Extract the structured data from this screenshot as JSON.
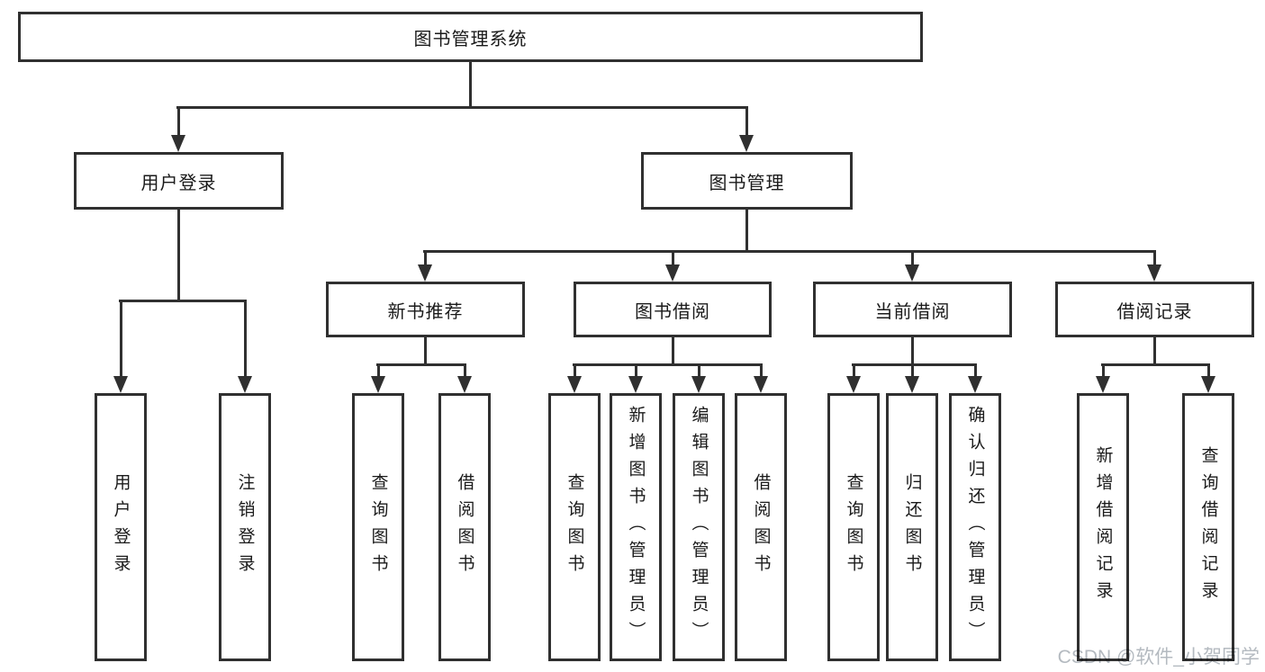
{
  "diagram": {
    "root": {
      "label": "图书管理系统"
    },
    "login": {
      "label": "用户登录",
      "children": [
        {
          "label": "用户登录"
        },
        {
          "label": "注销登录"
        }
      ]
    },
    "mgmt": {
      "label": "图书管理",
      "groups": [
        {
          "label": "新书推荐",
          "children": [
            {
              "label": "查询图书"
            },
            {
              "label": "借阅图书"
            }
          ]
        },
        {
          "label": "图书借阅",
          "children": [
            {
              "label": "查询图书"
            },
            {
              "label": "新增图书（管理员）"
            },
            {
              "label": "编辑图书（管理员）"
            },
            {
              "label": "借阅图书"
            }
          ]
        },
        {
          "label": "当前借阅",
          "children": [
            {
              "label": "查询图书"
            },
            {
              "label": "归还图书"
            },
            {
              "label": "确认归还（管理员）"
            }
          ]
        },
        {
          "label": "借阅记录",
          "children": [
            {
              "label": "新增借阅记录"
            },
            {
              "label": "查询借阅记录"
            }
          ]
        }
      ]
    }
  },
  "watermark": {
    "text": "CSDN @软件_小贺同学"
  },
  "colors": {
    "line": "#303030",
    "text": "#1a1a1a",
    "background": "#ffffff",
    "watermark": "#b4bac0"
  }
}
